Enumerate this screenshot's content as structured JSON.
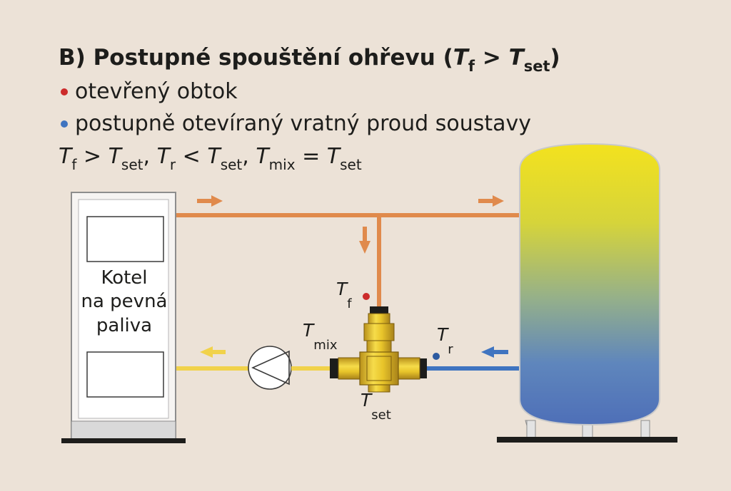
{
  "title": {
    "prefix": "B) Postupné spouštění ohřevu (",
    "t1": "T",
    "t1_sub": "f",
    "gt": " > ",
    "t2": "T",
    "t2_sub": "set",
    "suffix": ")"
  },
  "bullets": [
    {
      "text": "otevřený obtok",
      "color": "#cc2b2b"
    },
    {
      "text": "postupně otevíraný vratný proud soustavy",
      "color": "#3f74c0"
    }
  ],
  "condition": {
    "parts": [
      {
        "t": "T",
        "sub": "f",
        "op": " > "
      },
      {
        "t": "T",
        "sub": "set",
        "op": ", "
      },
      {
        "t": "T",
        "sub": "r",
        "op": " < "
      },
      {
        "t": "T",
        "sub": "set",
        "op": ", "
      },
      {
        "t": "T",
        "sub": "mix",
        "op": " = "
      },
      {
        "t": "T",
        "sub": "set",
        "op": ""
      }
    ]
  },
  "boiler": {
    "lines": [
      "Kotel",
      "na pevná",
      "paliva"
    ]
  },
  "labels": {
    "tf": {
      "t": "T",
      "sub": "f"
    },
    "tmix": {
      "t": "T",
      "sub": "mix"
    },
    "tr": {
      "t": "T",
      "sub": "r"
    },
    "tset": {
      "t": "T",
      "sub": "set"
    }
  },
  "colors": {
    "background": "#ece2d7",
    "supply_pipe": "#e08a4c",
    "return_pipe_hot": "#f1d24a",
    "return_pipe_cold": "#3f74c0",
    "tank_top": "#f3e21e",
    "tank_bottom": "#4e6fb8",
    "valve": "#e9c52a",
    "sensor_tf": "#cc2b2b",
    "sensor_tr": "#2c5aa0"
  }
}
